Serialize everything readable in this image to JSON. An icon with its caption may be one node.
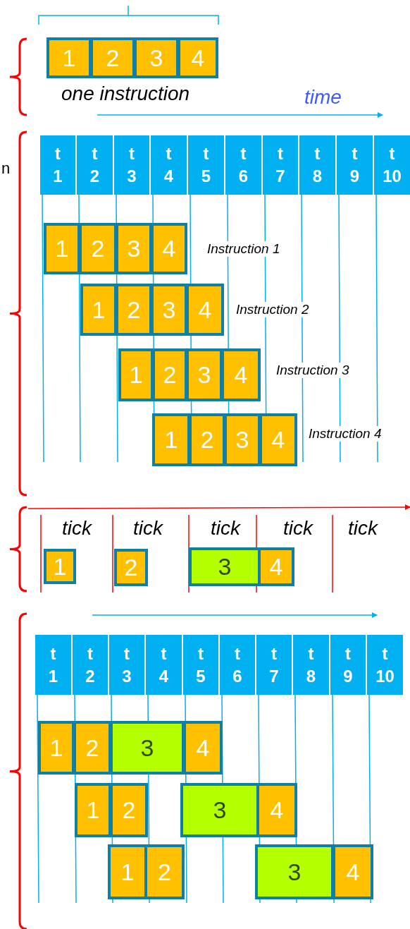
{
  "diagram": {
    "nodes": [
      {
        "text": [
          "1"
        ]
      },
      {
        "text": [
          "2"
        ]
      },
      {
        "text": [
          "3"
        ]
      },
      {
        "text": [
          "4"
        ]
      },
      {
        "text": [
          "t 1"
        ]
      },
      {
        "text": [
          "t 2"
        ]
      },
      {
        "text": [
          "t 3"
        ]
      },
      {
        "text": [
          "t 4"
        ]
      },
      {
        "text": [
          "t 5"
        ]
      },
      {
        "text": [
          "t 6"
        ]
      },
      {
        "text": [
          "t 7"
        ]
      },
      {
        "text": [
          "t 8"
        ]
      },
      {
        "text": [
          "t 9"
        ]
      },
      {
        "text": [
          "t 10"
        ]
      },
      {
        "text": [
          "1"
        ]
      },
      {
        "text": [
          "2"
        ]
      },
      {
        "text": [
          "3"
        ]
      },
      {
        "text": [
          "4"
        ]
      },
      {
        "text": [
          "1"
        ]
      },
      {
        "text": [
          "2"
        ]
      },
      {
        "text": [
          "3"
        ]
      },
      {
        "text": [
          "4"
        ]
      },
      {
        "text": [
          "1"
        ]
      },
      {
        "text": [
          "2"
        ]
      },
      {
        "text": [
          "3"
        ]
      },
      {
        "text": [
          "4"
        ]
      },
      {
        "text": [
          "1"
        ]
      },
      {
        "text": [
          "2"
        ]
      },
      {
        "text": [
          "3"
        ]
      },
      {
        "text": [
          "4"
        ]
      },
      {
        "text": [
          "1"
        ]
      },
      {
        "text": [
          "2"
        ]
      },
      {
        "text": [
          "3"
        ]
      },
      {
        "text": [
          "4"
        ]
      },
      {
        "text": [
          "t 1"
        ]
      },
      {
        "text": [
          "t 2"
        ]
      },
      {
        "text": [
          "t 3"
        ]
      },
      {
        "text": [
          "t 4"
        ]
      },
      {
        "text": [
          "t 5"
        ]
      },
      {
        "text": [
          "t 6"
        ]
      },
      {
        "text": [
          "t 7"
        ]
      },
      {
        "text": [
          "t 8"
        ]
      },
      {
        "text": [
          "t 9"
        ]
      },
      {
        "text": [
          "t 10"
        ]
      },
      {
        "text": [
          "1"
        ]
      },
      {
        "text": [
          "2"
        ]
      },
      {
        "text": [
          "3"
        ]
      },
      {
        "text": [
          "4"
        ]
      },
      {
        "text": [
          "1"
        ]
      },
      {
        "text": [
          "2"
        ]
      },
      {
        "text": [
          "3"
        ]
      },
      {
        "text": [
          "4"
        ]
      },
      {
        "text": [
          "1"
        ]
      },
      {
        "text": [
          "2"
        ]
      },
      {
        "text": [
          "3"
        ]
      },
      {
        "text": [
          "4"
        ]
      }
    ],
    "labels": [
      "one instruction",
      "time",
      "n",
      "Instruction 1",
      "Instruction 2",
      "Instruction 3",
      "Instruction 4",
      "tick",
      "tick",
      "tick",
      "tick",
      "tick"
    ]
  }
}
